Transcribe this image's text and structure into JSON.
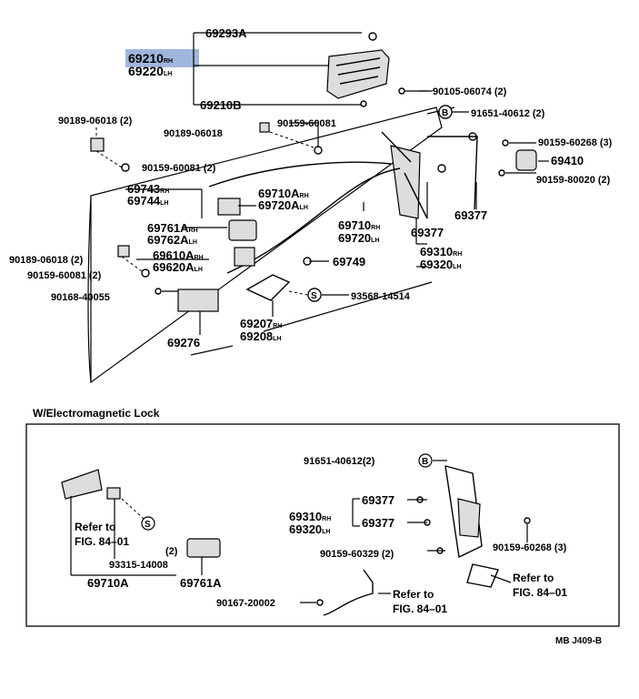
{
  "main_labels": {
    "p69293A": "69293A",
    "p69210": "69210",
    "p69210_side": "RH",
    "p69220": "69220",
    "p69220_side": "LH",
    "p69210B": "69210B",
    "p90105": "90105-06074 (2)",
    "p90189a": "90189-06018 (2)",
    "p91651": "91651-40612 (2)",
    "p91651_circ": "B",
    "p90159_60081a": "90159-60081",
    "p90189b": "90189-06018",
    "p90159_60268": "90159-60268 (3)",
    "p90159_60081b": "90159-60081 (2)",
    "p69410": "69410",
    "p90159_80020": "90159-80020 (2)",
    "p69743": "69743",
    "p69743_side": "RH",
    "p69744": "69744",
    "p69744_side": "LH",
    "p69710A": "69710A",
    "p69710A_side": "RH",
    "p69720A": "69720A",
    "p69720A_side": "LH",
    "p69710": "69710",
    "p69710_side": "RH",
    "p69720": "69720",
    "p69720_side": "LH",
    "p69377a": "69377",
    "p69377b": "69377",
    "p69761A": "69761A",
    "p69761A_side": "RH",
    "p69762A": "69762A",
    "p69762A_side": "LH",
    "p69310": "69310",
    "p69310_side": "RH",
    "p69320": "69320",
    "p69320_side": "LH",
    "p90189c": "90189-06018 (2)",
    "p69610A": "69610A",
    "p69610A_side": "RH",
    "p69620A": "69620A",
    "p69620A_side": "LH",
    "p69749": "69749",
    "p90159_60081c": "90159-60081 (2)",
    "p90168": "90168-40055",
    "p93568": "93568-14514",
    "p93568_circ": "S",
    "p69207": "69207",
    "p69207_side": "RH",
    "p69208": "69208",
    "p69208_side": "LH",
    "p69276": "69276"
  },
  "inset": {
    "title": "W/Electromagnetic Lock",
    "p91651": "91651-40612(2)",
    "p91651_circ": "B",
    "p69310": "69310",
    "p69310_side": "RH",
    "p69320": "69320",
    "p69320_side": "LH",
    "p69377a": "69377",
    "p69377b": "69377",
    "refer1_a": "Refer to",
    "refer1_b": "FIG. 84–01",
    "circ_s": "S",
    "p90159_60268": "90159-60268 (3)",
    "p2": "(2)",
    "p93315": "93315-14008",
    "p90159_60329": "90159-60329 (2)",
    "refer2_a": "Refer to",
    "refer2_b": "FIG. 84–01",
    "p69710A": "69710A",
    "p69761A": "69761A",
    "p90167": "90167-20002",
    "refer3_a": "Refer to",
    "refer3_b": "FIG. 84–01"
  },
  "footer_code": "MB J409-B",
  "highlight_color": "#6f8fc9"
}
